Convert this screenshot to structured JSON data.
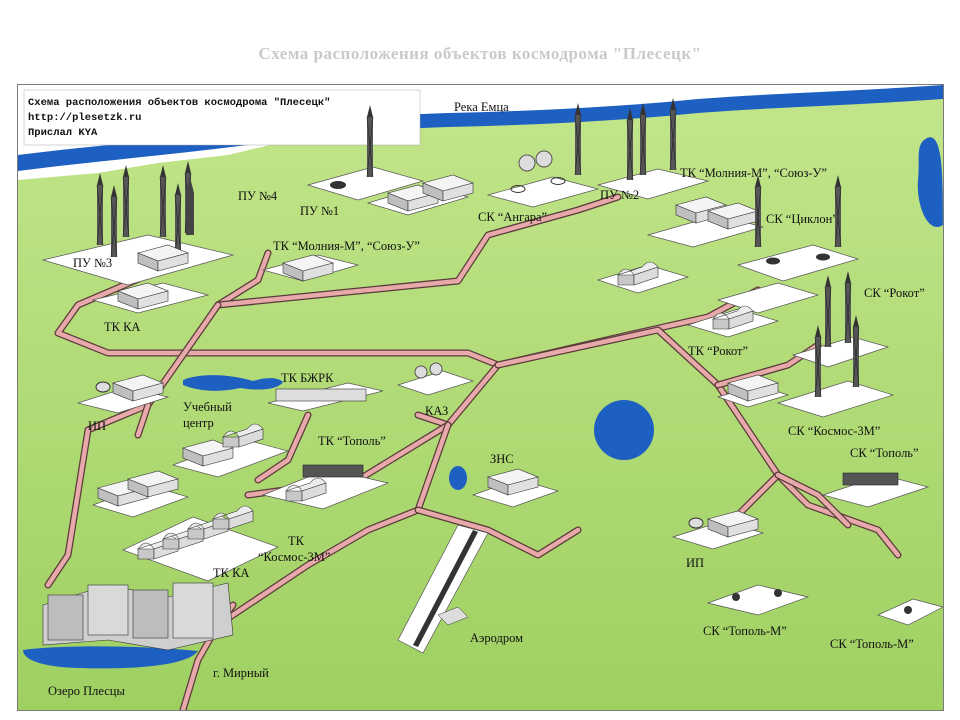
{
  "title": "Схема расположения объектов космодрома \"Плесецк\"",
  "header_box": {
    "line1": "Схема расположения объектов космодрома \"Плесецк\"",
    "line2": "http://plesetzk.ru",
    "line3": "Прислал KYA"
  },
  "labels": {
    "river": "Река Емца",
    "pu3": "ПУ №3",
    "pu4": "ПУ №4",
    "pu1": "ПУ №1",
    "pu2": "ПУ №2",
    "tk_molniya_1": "ТК “Молния-М”, “Союз-У”",
    "tk_molniya_2": "ТК “Молния-М”, “Союз-У”",
    "sk_angara": "СК “Ангара”",
    "sk_tsiklon": "СК “Циклон”",
    "sk_rokot": "СК “Рокот”",
    "tk_rokot": "ТК “Рокот”",
    "sk_kosmos": "СК “Космос-3М”",
    "tk_ka_1": "ТК КА",
    "tk_ka_2": "ТК КА",
    "ip_1": "ИП",
    "ip_2": "ИП",
    "uchebny_1": "Учебный",
    "uchebny_2": "центр",
    "tk_bzhrk": "ТК БЖРК",
    "kaz": "КАЗ",
    "tk_topol": "ТК “Тополь”",
    "zns": "ЗНС",
    "tk_kosmos_1": "ТК",
    "tk_kosmos_2": "“Космос-3М”",
    "sk_topol": "СК “Тополь”",
    "aerodrom": "Аэродром",
    "mirny": "г. Мирный",
    "lake": "Озеро Плесцы",
    "sk_topol_m_1": "СК “Тополь-М”",
    "sk_topol_m_2": "СК “Тополь-М”"
  },
  "colors": {
    "land": "#a8d86a",
    "water": "#1e5fc2",
    "road": "#e7a9a9",
    "road_edge": "#5a3a3a",
    "title": "#c9c9c9"
  }
}
